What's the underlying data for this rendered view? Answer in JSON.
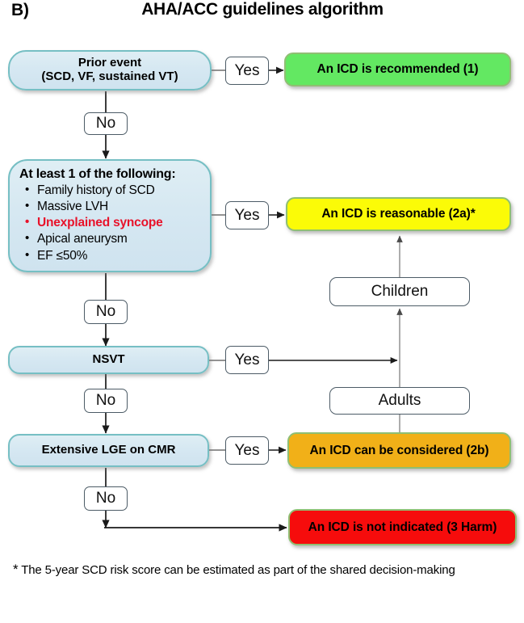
{
  "header": {
    "panel_letter": "B)",
    "title": "AHA/ACC  guidelines algorithm"
  },
  "nodes": {
    "prior_event": {
      "line1": "Prior event",
      "line2": "(SCD, VF, sustained VT)"
    },
    "criteria": {
      "heading": "At least 1 of the following:",
      "items": [
        {
          "text": "Family history of SCD",
          "highlight": false
        },
        {
          "text": "Massive LVH",
          "highlight": false
        },
        {
          "text": "Unexplained syncope",
          "highlight": true
        },
        {
          "text": "Apical aneurysm",
          "highlight": false
        },
        {
          "text": "EF ≤50%",
          "highlight": false
        }
      ]
    },
    "nsvt": {
      "label": "NSVT"
    },
    "lge": {
      "label": "Extensive LGE on CMR"
    },
    "children": {
      "label": "Children"
    },
    "adults": {
      "label": "Adults"
    }
  },
  "outcomes": {
    "recommended": {
      "label": "An ICD is recommended (1)",
      "color": "#63e862",
      "class_level": "1"
    },
    "reasonable": {
      "label": "An ICD is reasonable (2a)*",
      "color": "#fbfb07",
      "class_level": "2a"
    },
    "considered": {
      "label": "An ICD can be considered (2b)",
      "color": "#f1b018",
      "class_level": "2b"
    },
    "not_indicated": {
      "label": "An ICD is not indicated (3 Harm)",
      "color": "#f60c0c",
      "class_level": "3 Harm"
    }
  },
  "branch_labels": {
    "yes_prior": "Yes",
    "no_prior": "No",
    "yes_criteria": "Yes",
    "no_criteria": "No",
    "yes_nsvt": "Yes",
    "no_nsvt": "No",
    "yes_lge": "Yes",
    "no_lge": "No"
  },
  "footnote": {
    "star": "*",
    "text": " The 5-year SCD risk score can be estimated as part of the shared decision-making"
  },
  "palette": {
    "decision_fill": "#d8e9f2",
    "decision_border": "#76bfc4",
    "highlight_text": "#e8122a",
    "connector": "#1a1a1a",
    "connector_gray": "#7d7d7d"
  }
}
